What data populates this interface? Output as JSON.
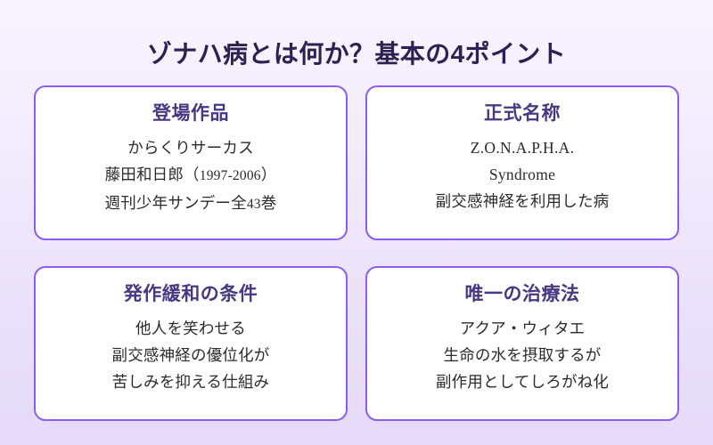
{
  "title": "ゾナハ病とは何か？基本の4ポイント",
  "colors": {
    "background_top": "#f8f4ff",
    "background_bottom": "#e5dbf9",
    "title_text": "#2e2152",
    "card_background": "#ffffff",
    "card_border": "#8b5cf6",
    "card_heading_text": "#473785",
    "card_body_text": "#2b2b2b"
  },
  "cards": [
    {
      "heading": "登場作品",
      "lines": [
        {
          "parts": [
            {
              "text": "からくりサーカス",
              "style": "sans"
            }
          ]
        },
        {
          "parts": [
            {
              "text": "藤田和日郎（",
              "style": "sans"
            },
            {
              "text": "1997-2006",
              "style": "serif-small"
            },
            {
              "text": "）",
              "style": "sans"
            }
          ]
        },
        {
          "parts": [
            {
              "text": "週刊少年サンデー全",
              "style": "sans"
            },
            {
              "text": "43",
              "style": "serif-small"
            },
            {
              "text": "巻",
              "style": "sans"
            }
          ]
        }
      ]
    },
    {
      "heading": "正式名称",
      "lines": [
        {
          "parts": [
            {
              "text": "Z.O.N.A.P.H.A.",
              "style": "serif"
            }
          ]
        },
        {
          "parts": [
            {
              "text": "Syndrome",
              "style": "serif"
            }
          ]
        },
        {
          "parts": [
            {
              "text": "副交感神経を利用した病",
              "style": "sans"
            }
          ]
        }
      ]
    },
    {
      "heading": "発作緩和の条件",
      "lines": [
        {
          "parts": [
            {
              "text": "他人を笑わせる",
              "style": "sans"
            }
          ]
        },
        {
          "parts": [
            {
              "text": "副交感神経の優位化が",
              "style": "sans"
            }
          ]
        },
        {
          "parts": [
            {
              "text": "苦しみを抑える仕組み",
              "style": "sans"
            }
          ]
        }
      ]
    },
    {
      "heading": "唯一の治療法",
      "lines": [
        {
          "parts": [
            {
              "text": "アクア・ウィタエ",
              "style": "sans"
            }
          ]
        },
        {
          "parts": [
            {
              "text": "生命の水を摂取するが",
              "style": "sans"
            }
          ]
        },
        {
          "parts": [
            {
              "text": "副作用としてしろがね化",
              "style": "sans"
            }
          ]
        }
      ]
    }
  ]
}
